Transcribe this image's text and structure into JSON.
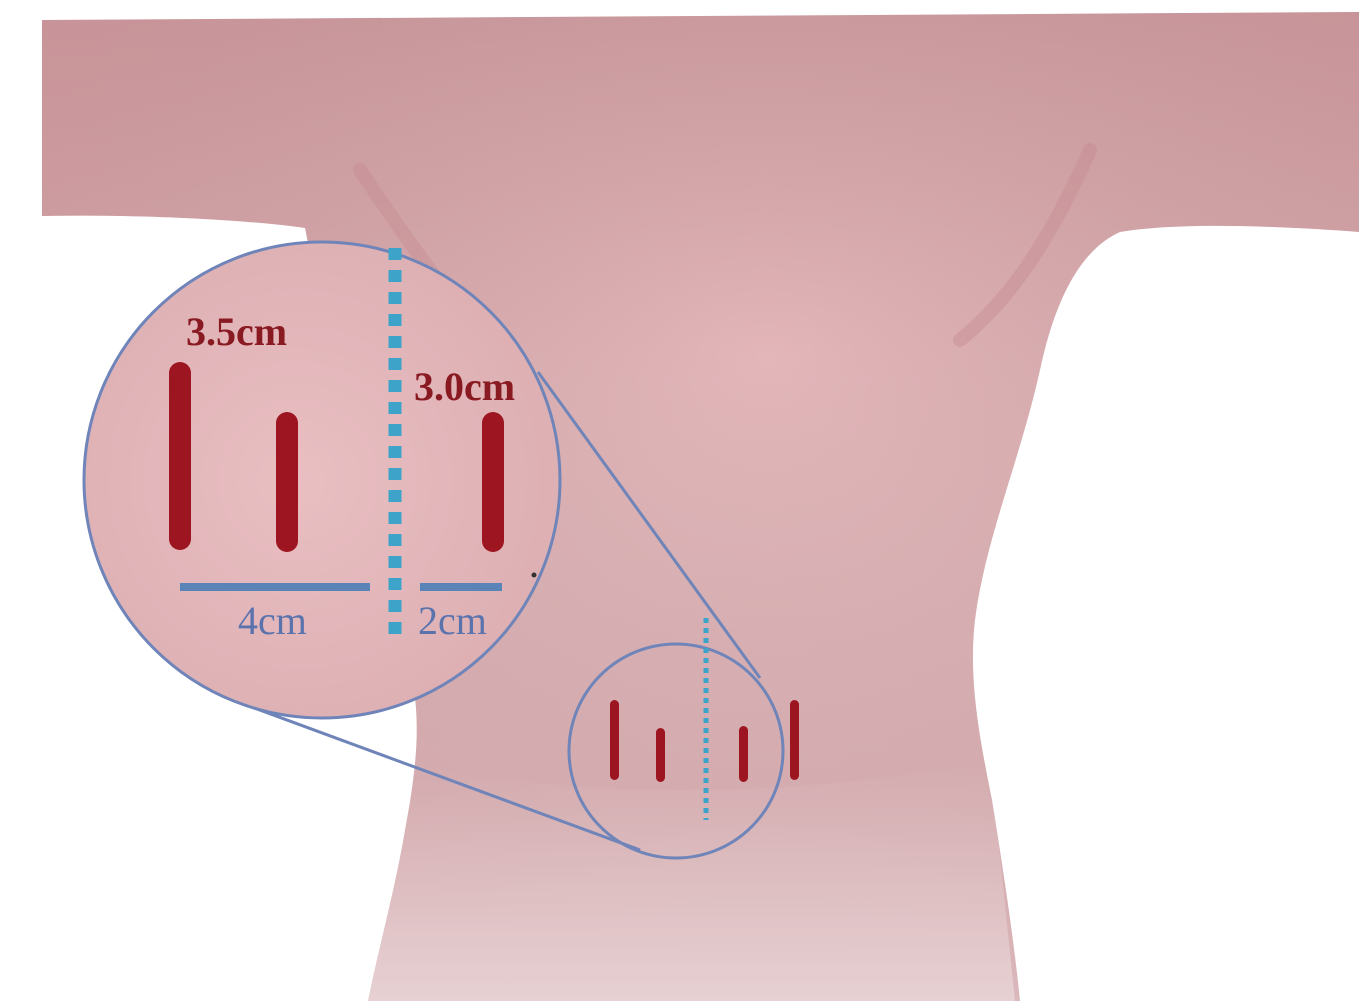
{
  "labels": {
    "incision_length_left": "3.5cm",
    "incision_length_right": "3.0cm",
    "spacing_left": "4cm",
    "spacing_right": "2cm"
  },
  "colors": {
    "background": "#ffffff",
    "skin": "#e2b3b6",
    "skin_shadow": "#cc969b",
    "incision": "#9c1520",
    "incision_label": "#8a1a22",
    "midline": "#3ea3c9",
    "callout_outline": "#6f84b8",
    "measure_text": "#5b73ad",
    "measure_bar": "#5a84b8"
  }
}
